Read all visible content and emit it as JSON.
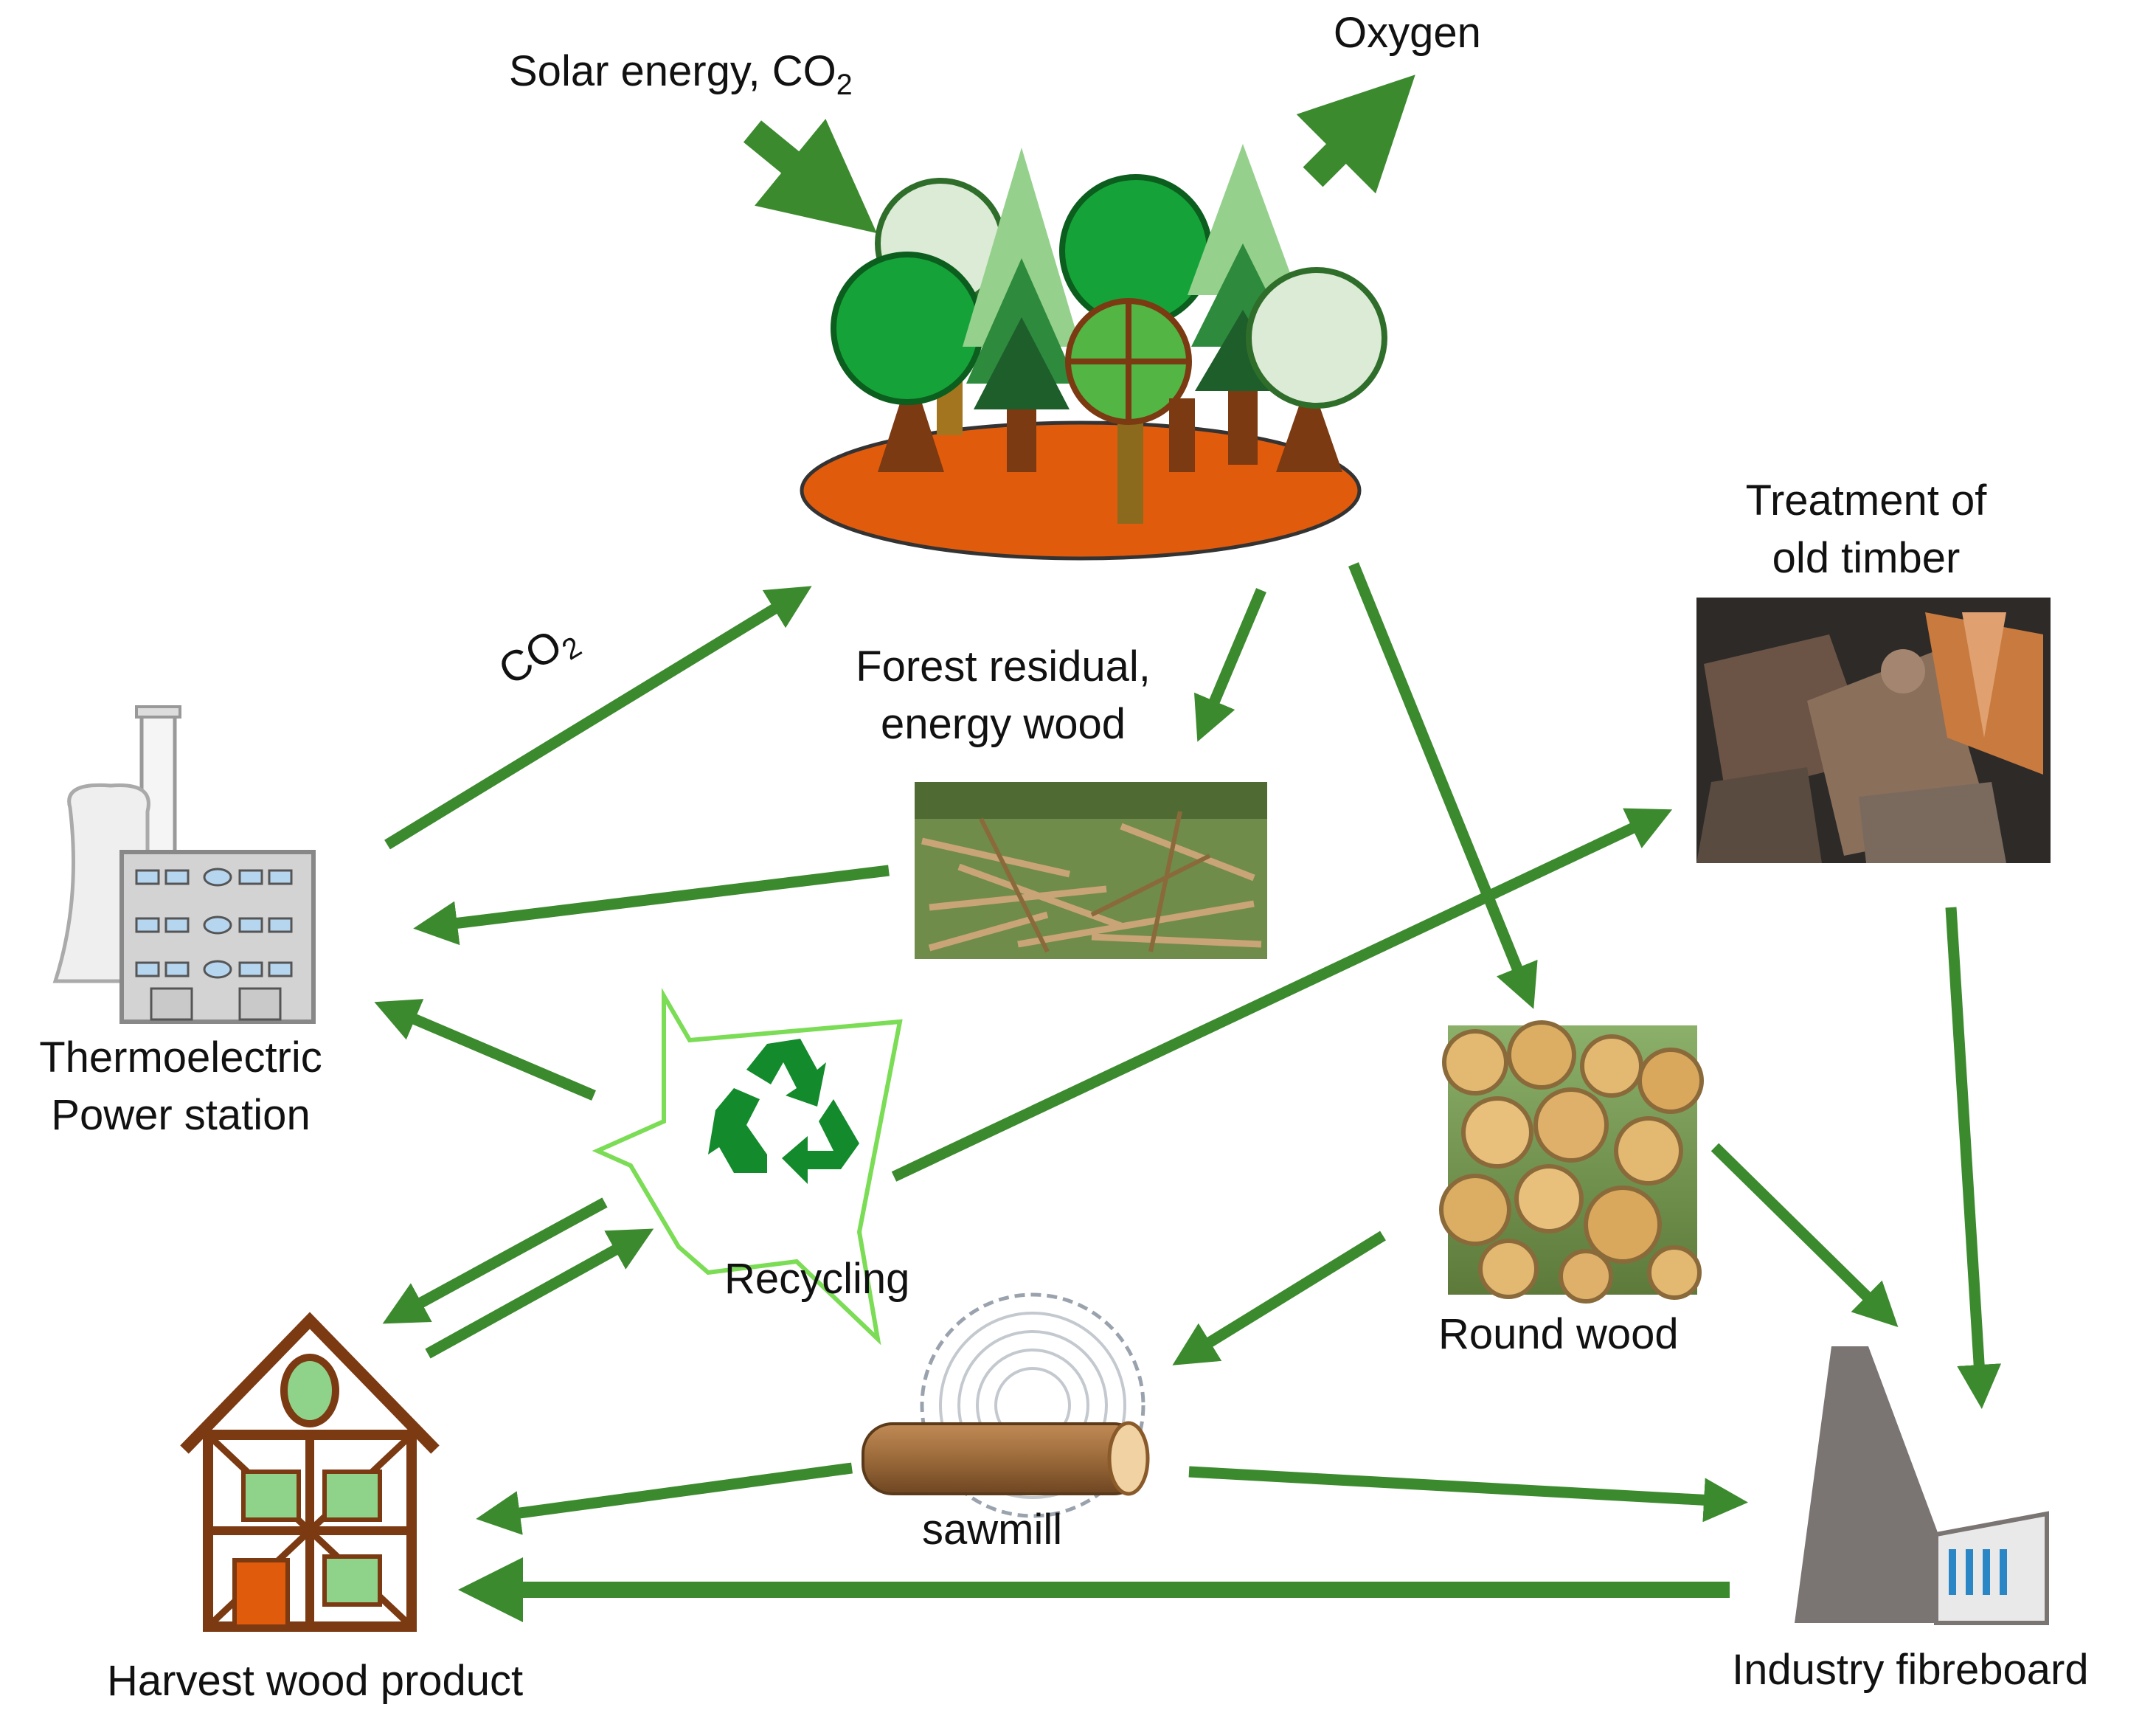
{
  "labels": {
    "solar_energy": "Solar energy, CO",
    "solar_energy_sub": "2",
    "oxygen": "Oxygen",
    "co2_main": "CO",
    "co2_sub": "2",
    "forest_residual_1": "Forest residual,",
    "forest_residual_2": "energy wood",
    "treatment_1": "Treatment of",
    "treatment_2": "old timber",
    "thermo_1": "Thermoelectric",
    "thermo_2": "Power station",
    "recycling": "Recycling",
    "round_wood": "Round wood",
    "sawmill": "sawmill",
    "harvest": "Harvest wood product",
    "industry": "Industry fibreboard"
  },
  "colors": {
    "arrow_green": "#3c8a2e",
    "ground_orange": "#e15b0c",
    "tree_trunk": "#7b3a12",
    "recycle_outline": "#7bdc55",
    "recycle_symbol": "#138a2c",
    "house_frame": "#7b3a12",
    "house_panel": "#8fd38a",
    "factory_grey": "#7a7473",
    "factory_window": "#2b86c6",
    "building_grey": "#cfcfcf",
    "window_blue": "#b6d5ef"
  },
  "icons": [
    "forest-icon",
    "power-station-icon",
    "recycling-icon",
    "house-icon",
    "sawmill-icon",
    "factory-icon",
    "forest-residual-photo",
    "old-timber-photo",
    "round-wood-photo"
  ]
}
